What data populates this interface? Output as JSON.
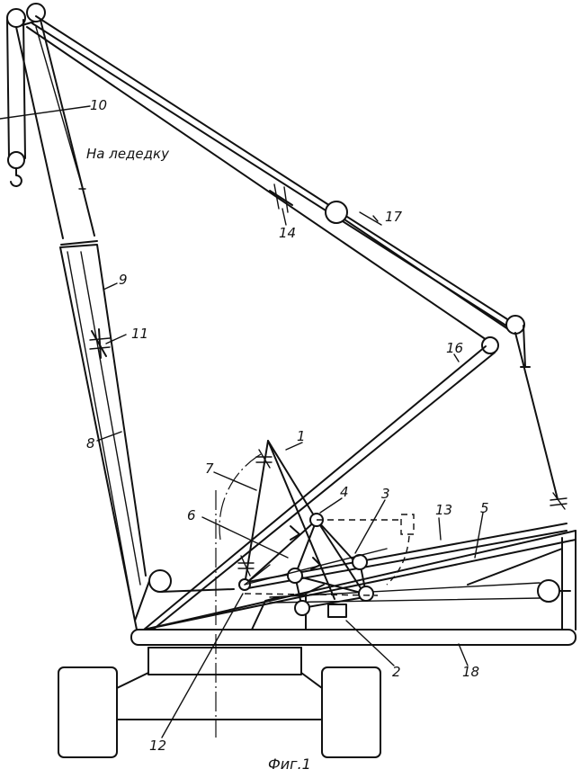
{
  "labels": {
    "l1": "1",
    "l2": "2",
    "l3": "3",
    "l4": "4",
    "l5": "5",
    "l6": "6",
    "l7": "7",
    "l8": "8",
    "l9": "9",
    "l10": "10",
    "l11": "11",
    "l12": "12",
    "l13": "13",
    "l14": "14",
    "l16": "16",
    "l17": "17",
    "l18": "18"
  },
  "annotation_ledge": "На ледедку",
  "caption": "Фиг.1"
}
